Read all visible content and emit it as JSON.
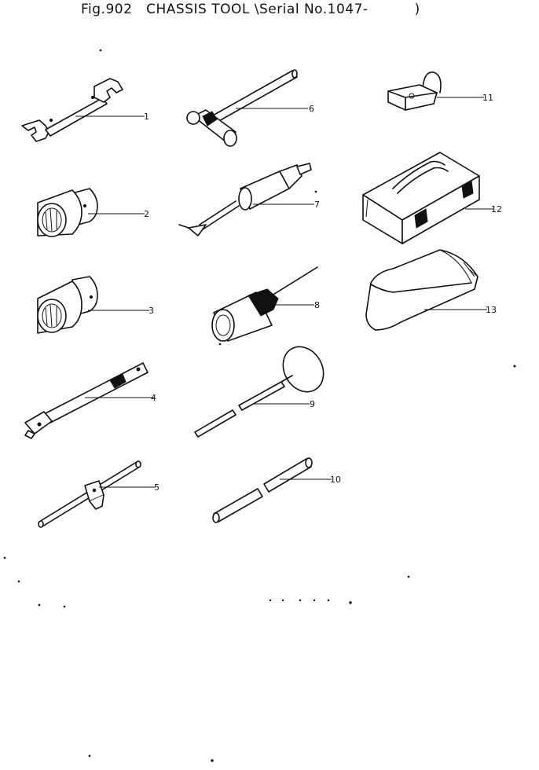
{
  "header": {
    "title": "Fig.902   CHASSIS TOOL \\Serial No.1047-          )"
  },
  "parts": [
    {
      "number": "1"
    },
    {
      "number": "2"
    },
    {
      "number": "3"
    },
    {
      "number": "4"
    },
    {
      "number": "5"
    },
    {
      "number": "6"
    },
    {
      "number": "7"
    },
    {
      "number": "8"
    },
    {
      "number": "9"
    },
    {
      "number": "10"
    },
    {
      "number": "11"
    },
    {
      "number": "12"
    },
    {
      "number": "13"
    }
  ]
}
